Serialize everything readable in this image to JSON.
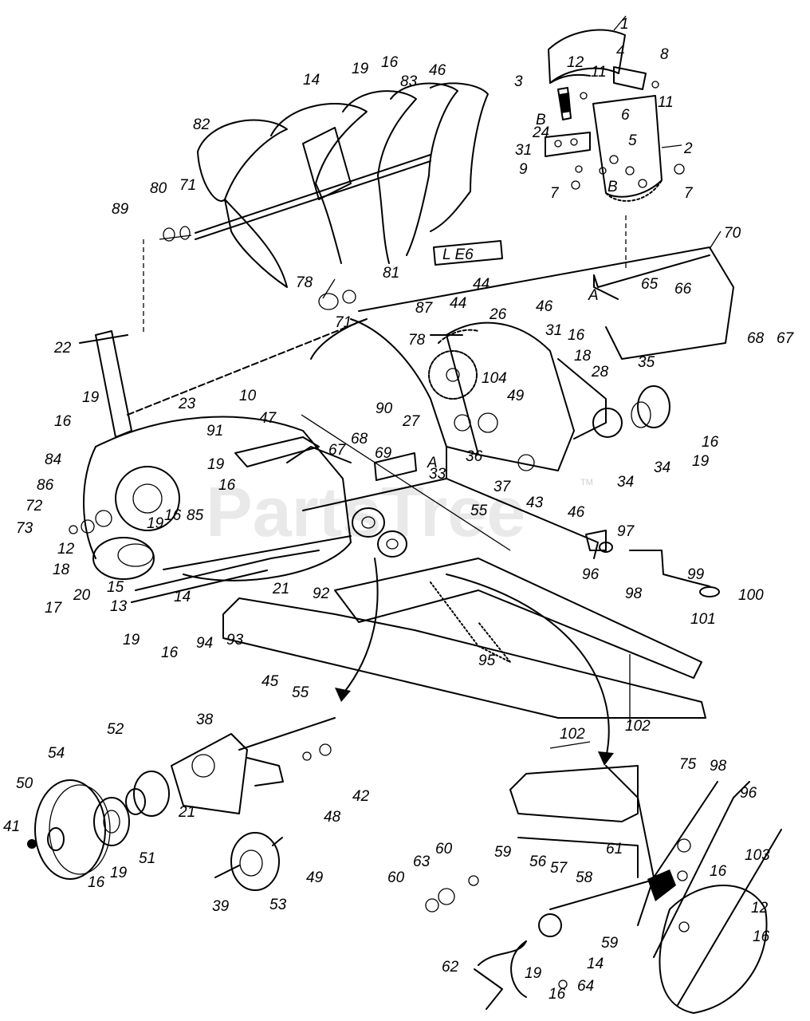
{
  "diagram": {
    "watermark": "PartsTree",
    "watermark_tm": "TM",
    "plate_text": "L E6",
    "labels": [
      {
        "id": "l1",
        "text": "1"
      },
      {
        "id": "l4",
        "text": "4"
      },
      {
        "id": "l8",
        "text": "8"
      },
      {
        "id": "l3",
        "text": "3"
      },
      {
        "id": "l12a",
        "text": "12"
      },
      {
        "id": "l11a",
        "text": "11"
      },
      {
        "id": "l11b",
        "text": "11"
      },
      {
        "id": "lBa",
        "text": "B"
      },
      {
        "id": "l6",
        "text": "6"
      },
      {
        "id": "l5",
        "text": "5"
      },
      {
        "id": "l24",
        "text": "24"
      },
      {
        "id": "l31a",
        "text": "31"
      },
      {
        "id": "l2",
        "text": "2"
      },
      {
        "id": "l9",
        "text": "9"
      },
      {
        "id": "l7a",
        "text": "7"
      },
      {
        "id": "lBb",
        "text": "B"
      },
      {
        "id": "l7b",
        "text": "7"
      },
      {
        "id": "l14a",
        "text": "14"
      },
      {
        "id": "l19a",
        "text": "19"
      },
      {
        "id": "l16a",
        "text": "16"
      },
      {
        "id": "l83",
        "text": "83"
      },
      {
        "id": "l46a",
        "text": "46"
      },
      {
        "id": "l82",
        "text": "82"
      },
      {
        "id": "l80",
        "text": "80"
      },
      {
        "id": "l71a",
        "text": "71"
      },
      {
        "id": "l89",
        "text": "89"
      },
      {
        "id": "l81",
        "text": "81"
      },
      {
        "id": "l44a",
        "text": "44"
      },
      {
        "id": "l78a",
        "text": "78"
      },
      {
        "id": "l70",
        "text": "70"
      },
      {
        "id": "lAa",
        "text": "A"
      },
      {
        "id": "l65",
        "text": "65"
      },
      {
        "id": "l66",
        "text": "66"
      },
      {
        "id": "l87",
        "text": "87"
      },
      {
        "id": "l44b",
        "text": "44"
      },
      {
        "id": "l26",
        "text": "26"
      },
      {
        "id": "l46b",
        "text": "46"
      },
      {
        "id": "l71b",
        "text": "71"
      },
      {
        "id": "l31b",
        "text": "31"
      },
      {
        "id": "l16b",
        "text": "16"
      },
      {
        "id": "l68a",
        "text": "68"
      },
      {
        "id": "l67a",
        "text": "67"
      },
      {
        "id": "l22",
        "text": "22"
      },
      {
        "id": "l78b",
        "text": "78"
      },
      {
        "id": "l18a",
        "text": "18"
      },
      {
        "id": "l28",
        "text": "28"
      },
      {
        "id": "l35",
        "text": "35"
      },
      {
        "id": "l104",
        "text": "104"
      },
      {
        "id": "l49a",
        "text": "49"
      },
      {
        "id": "l19b",
        "text": "19"
      },
      {
        "id": "l23",
        "text": "23"
      },
      {
        "id": "l10",
        "text": "10"
      },
      {
        "id": "l90",
        "text": "90"
      },
      {
        "id": "l16c",
        "text": "16"
      },
      {
        "id": "l47",
        "text": "47"
      },
      {
        "id": "l27",
        "text": "27"
      },
      {
        "id": "l91",
        "text": "91"
      },
      {
        "id": "l67b",
        "text": "67"
      },
      {
        "id": "l68b",
        "text": "68"
      },
      {
        "id": "l69",
        "text": "69"
      },
      {
        "id": "lAb",
        "text": "A"
      },
      {
        "id": "l36",
        "text": "36"
      },
      {
        "id": "l16d",
        "text": "16"
      },
      {
        "id": "l34a",
        "text": "34"
      },
      {
        "id": "l19c",
        "text": "19"
      },
      {
        "id": "l34b",
        "text": "34"
      },
      {
        "id": "l19d",
        "text": "19"
      },
      {
        "id": "l16e",
        "text": "16"
      },
      {
        "id": "l33",
        "text": "33"
      },
      {
        "id": "l37",
        "text": "37"
      },
      {
        "id": "l84",
        "text": "84"
      },
      {
        "id": "l43",
        "text": "43"
      },
      {
        "id": "l86",
        "text": "86"
      },
      {
        "id": "l19e",
        "text": "19"
      },
      {
        "id": "l16f",
        "text": "16"
      },
      {
        "id": "l85",
        "text": "85"
      },
      {
        "id": "l55a",
        "text": "55"
      },
      {
        "id": "l46c",
        "text": "46"
      },
      {
        "id": "l72",
        "text": "72"
      },
      {
        "id": "l73",
        "text": "73"
      },
      {
        "id": "l12b",
        "text": "12"
      },
      {
        "id": "l97",
        "text": "97"
      },
      {
        "id": "l18b",
        "text": "18"
      },
      {
        "id": "l96a",
        "text": "96"
      },
      {
        "id": "l99",
        "text": "99"
      },
      {
        "id": "l17",
        "text": "17"
      },
      {
        "id": "l20",
        "text": "20"
      },
      {
        "id": "l15",
        "text": "15"
      },
      {
        "id": "l92",
        "text": "92"
      },
      {
        "id": "l21a",
        "text": "21"
      },
      {
        "id": "l98a",
        "text": "98"
      },
      {
        "id": "l101",
        "text": "101"
      },
      {
        "id": "l100",
        "text": "100"
      },
      {
        "id": "l13",
        "text": "13"
      },
      {
        "id": "l14b",
        "text": "14"
      },
      {
        "id": "l19f",
        "text": "19"
      },
      {
        "id": "l16g",
        "text": "16"
      },
      {
        "id": "l94",
        "text": "94"
      },
      {
        "id": "l93",
        "text": "93"
      },
      {
        "id": "l95",
        "text": "95"
      },
      {
        "id": "l45",
        "text": "45"
      },
      {
        "id": "l55b",
        "text": "55"
      },
      {
        "id": "l102a",
        "text": "102"
      },
      {
        "id": "l52",
        "text": "52"
      },
      {
        "id": "l38",
        "text": "38"
      },
      {
        "id": "l54",
        "text": "54"
      },
      {
        "id": "l102b",
        "text": "102"
      },
      {
        "id": "l50",
        "text": "50"
      },
      {
        "id": "l42",
        "text": "42"
      },
      {
        "id": "l48",
        "text": "48"
      },
      {
        "id": "l41",
        "text": "41"
      },
      {
        "id": "l75",
        "text": "75"
      },
      {
        "id": "l98b",
        "text": "98"
      },
      {
        "id": "l96b",
        "text": "96"
      },
      {
        "id": "l21b",
        "text": "21"
      },
      {
        "id": "l51",
        "text": "51"
      },
      {
        "id": "l16h",
        "text": "16"
      },
      {
        "id": "l19g",
        "text": "19"
      },
      {
        "id": "l61",
        "text": "61"
      },
      {
        "id": "l103",
        "text": "103"
      },
      {
        "id": "l49b",
        "text": "49"
      },
      {
        "id": "l60a",
        "text": "60"
      },
      {
        "id": "l63",
        "text": "63"
      },
      {
        "id": "l59a",
        "text": "59"
      },
      {
        "id": "l56",
        "text": "56"
      },
      {
        "id": "l57",
        "text": "57"
      },
      {
        "id": "l58",
        "text": "58"
      },
      {
        "id": "l16i",
        "text": "16"
      },
      {
        "id": "l60b",
        "text": "60"
      },
      {
        "id": "l39",
        "text": "39"
      },
      {
        "id": "l53",
        "text": "53"
      },
      {
        "id": "l12c",
        "text": "12"
      },
      {
        "id": "l59b",
        "text": "59"
      },
      {
        "id": "l16j",
        "text": "16"
      },
      {
        "id": "l62",
        "text": "62"
      },
      {
        "id": "l19h",
        "text": "19"
      },
      {
        "id": "l14c",
        "text": "14"
      },
      {
        "id": "l64",
        "text": "64"
      },
      {
        "id": "l16k",
        "text": "16"
      }
    ]
  }
}
